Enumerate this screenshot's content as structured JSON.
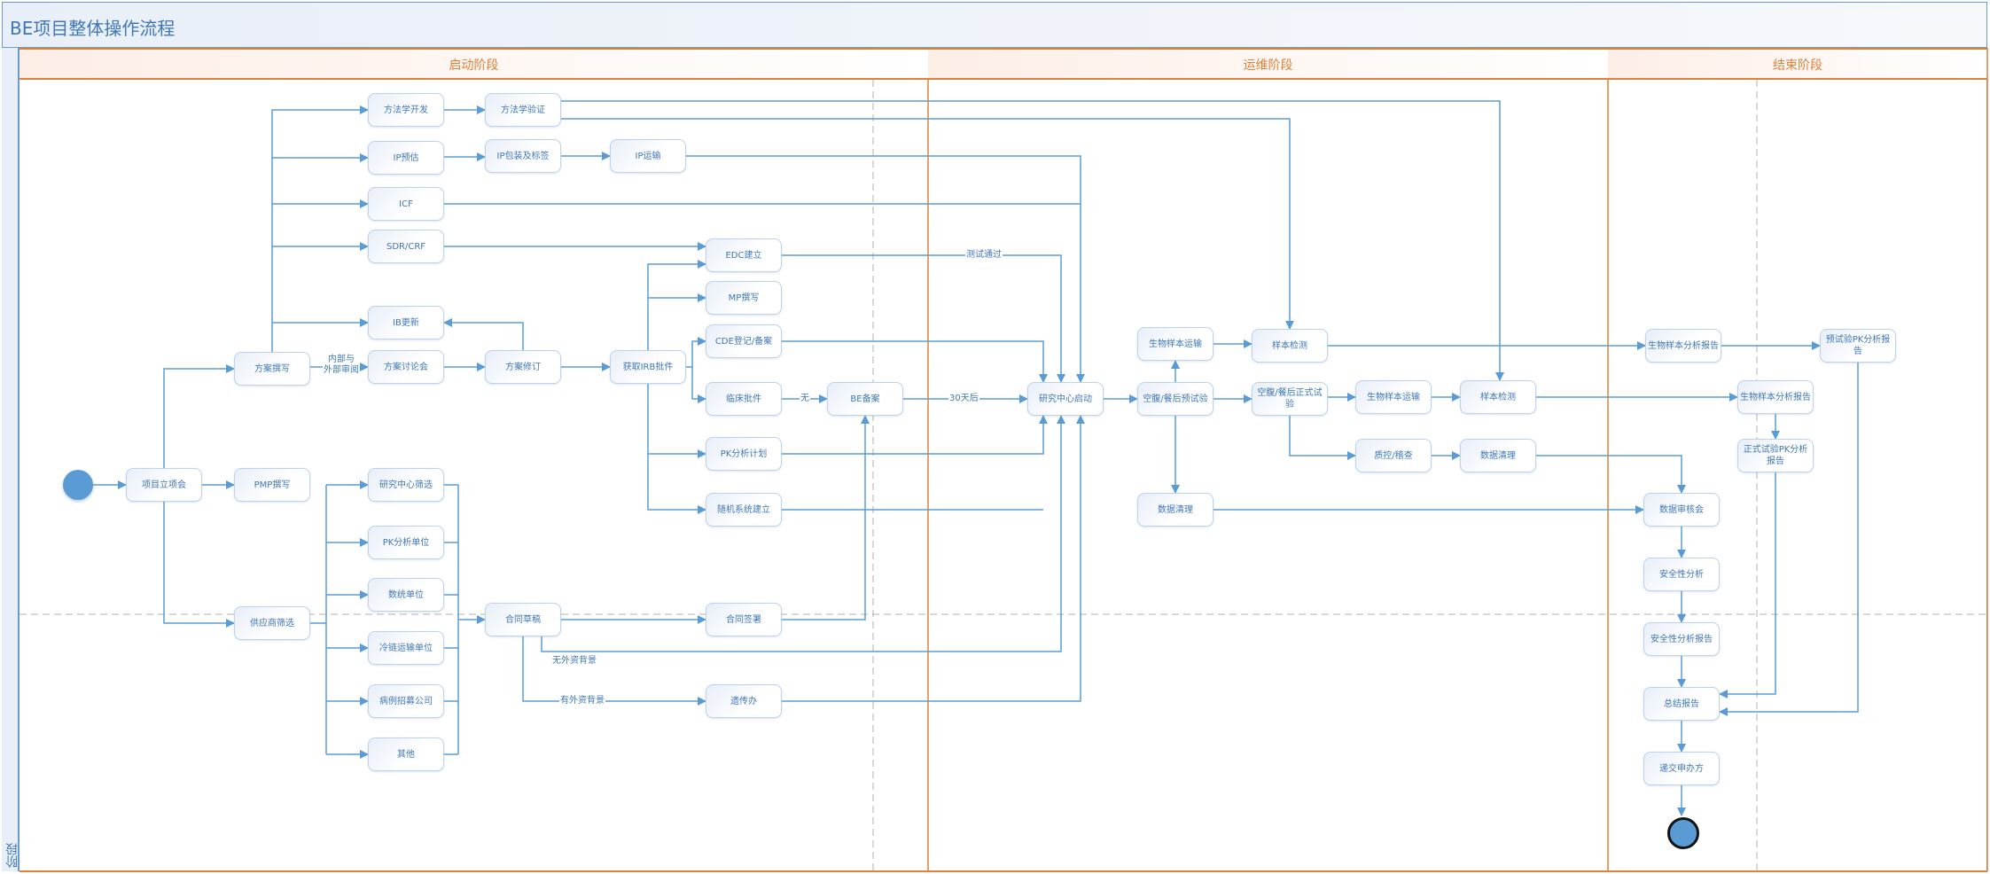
{
  "title": "BE项目整体操作流程",
  "lane_label": "阶段",
  "phases": [
    {
      "label": "启动阶段"
    },
    {
      "label": "运维阶段"
    },
    {
      "label": "结束阶段"
    }
  ],
  "colors": {
    "accent": "#5b9bd5",
    "phase": "#e0803a",
    "text": "#3f77b6"
  },
  "nodes": {
    "xiangmu_lixianghui": "项目立项会",
    "fangan_zhuanxie": "方案撰写",
    "pmp_zhuanxie": "PMP撰写",
    "gongyingshang_shaixuan": "供应商筛选",
    "fangfaxue_kaifa": "方法学开发",
    "fangfaxue_yanzheng": "方法学验证",
    "ip_yugu": "IP预估",
    "ip_baozhuang": "IP包装及标签",
    "ip_yunshu": "IP运输",
    "icf": "ICF",
    "sdr_crf": "SDR/CRF",
    "ib_gengxin": "IB更新",
    "fangan_taolunhui": "方案讨论会",
    "fangan_xiuding": "方案修订",
    "huoqu_irb": "获取IRB批件",
    "edc_jianli": "EDC建立",
    "mp_zhuanxie": "MP撰写",
    "cde_dengji": "CDE登记/备案",
    "linchuang_pijian": "临床批件",
    "be_beian": "BE备案",
    "pk_fenxi_jihua": "PK分析计划",
    "suiji_xitong": "随机系统建立",
    "yanjiu_zhongxin_shaixuan": "研究中心筛选",
    "pk_fenxi_danwei": "PK分析单位",
    "shutong_danwei": "数统单位",
    "lenglian_yunshu": "冷链运输单位",
    "bingli_zhaomu": "病例招募公司",
    "qita": "其他",
    "hetong_caogao": "合同草稿",
    "hetong_qianshu": "合同签署",
    "yichuanban": "遗传办",
    "yanjiu_zhongxin_qidong": "研究中心启动",
    "yu_shiyan": "空腹/餐后预试验",
    "shengwu_yunshu_1": "生物样本运输",
    "yangben_jiance_1": "样本检测",
    "shuju_qingli_1": "数据清理",
    "zhengshi_shiyan": "空腹/餐后正式试验",
    "shengwu_yunshu_2": "生物样本运输",
    "yangben_jiance_2": "样本检测",
    "zhikong_jicha": "质控/稽查",
    "shuju_qingli_2": "数据清理",
    "shengwu_baogao_1": "生物样本分析报告",
    "yu_pk_baogao": "预试验PK分析报告",
    "shengwu_baogao_2": "生物样本分析报告",
    "zhengshi_pk_baogao": "正式试验PK分析报告",
    "shuju_shenhehui": "数据审核会",
    "anquanxing_fenxi": "安全性分析",
    "anquanxing_baogao": "安全性分析报告",
    "zongjie_baogao": "总结报告",
    "dijiao_shenbanfang": "递交申办方"
  },
  "edge_labels": {
    "review": "内部与\n外部审阅",
    "test_passed": "测试通过",
    "none": "无",
    "after_30_days": "30天后",
    "no_foreign": "无外资背景",
    "with_foreign": "有外资背景"
  }
}
